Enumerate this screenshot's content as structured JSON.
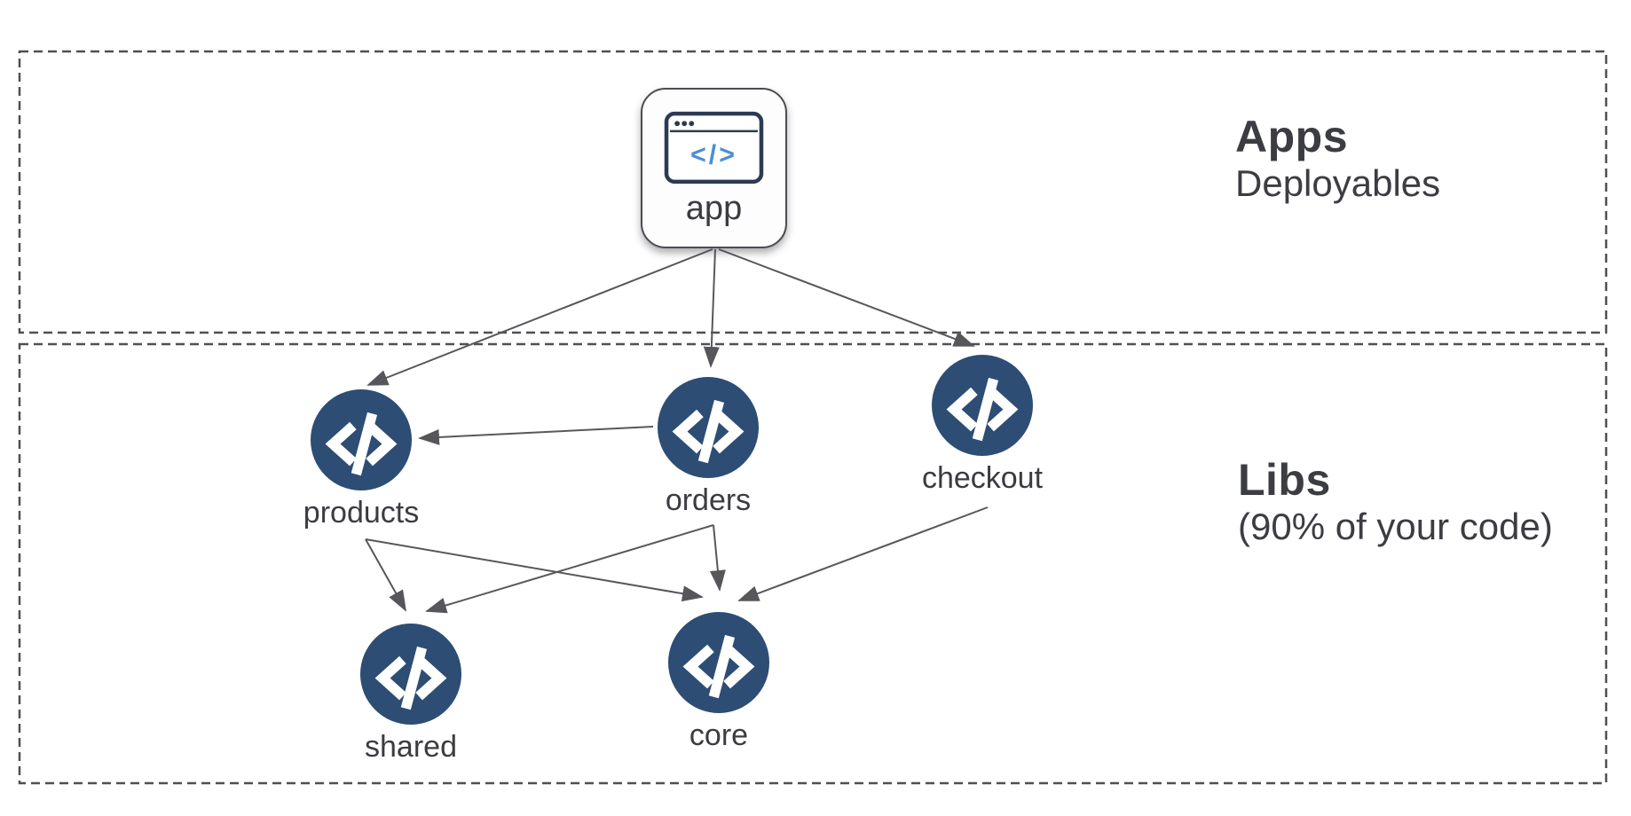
{
  "diagram": {
    "regions": [
      {
        "id": "apps",
        "title": "Apps",
        "subtitle": "Deployables"
      },
      {
        "id": "libs",
        "title": "Libs",
        "subtitle": "(90% of your code)"
      }
    ],
    "nodes": [
      {
        "id": "app",
        "label": "app",
        "type": "application",
        "icon": "browser-code-icon"
      },
      {
        "id": "products",
        "label": "products",
        "type": "library",
        "icon": "code-icon"
      },
      {
        "id": "orders",
        "label": "orders",
        "type": "library",
        "icon": "code-icon"
      },
      {
        "id": "checkout",
        "label": "checkout",
        "type": "library",
        "icon": "code-icon"
      },
      {
        "id": "shared",
        "label": "shared",
        "type": "library",
        "icon": "code-icon"
      },
      {
        "id": "core",
        "label": "core",
        "type": "library",
        "icon": "code-icon"
      }
    ],
    "edges": [
      {
        "from": "app",
        "to": "products"
      },
      {
        "from": "app",
        "to": "orders"
      },
      {
        "from": "app",
        "to": "checkout"
      },
      {
        "from": "orders",
        "to": "products"
      },
      {
        "from": "products",
        "to": "shared"
      },
      {
        "from": "products",
        "to": "core"
      },
      {
        "from": "orders",
        "to": "shared"
      },
      {
        "from": "orders",
        "to": "core"
      },
      {
        "from": "checkout",
        "to": "core"
      }
    ],
    "app_icon_code_text": "</>",
    "colors": {
      "library_node_fill": "#2d4d74",
      "arrow": "#58585c",
      "dashed_border": "#4f4f54",
      "heading_text": "#3c3c43",
      "label_text": "#3b3b42",
      "app_icon_blue": "#4a8ed5",
      "browser_icon_stroke": "#2c3a52",
      "background": "#ffffff"
    }
  }
}
